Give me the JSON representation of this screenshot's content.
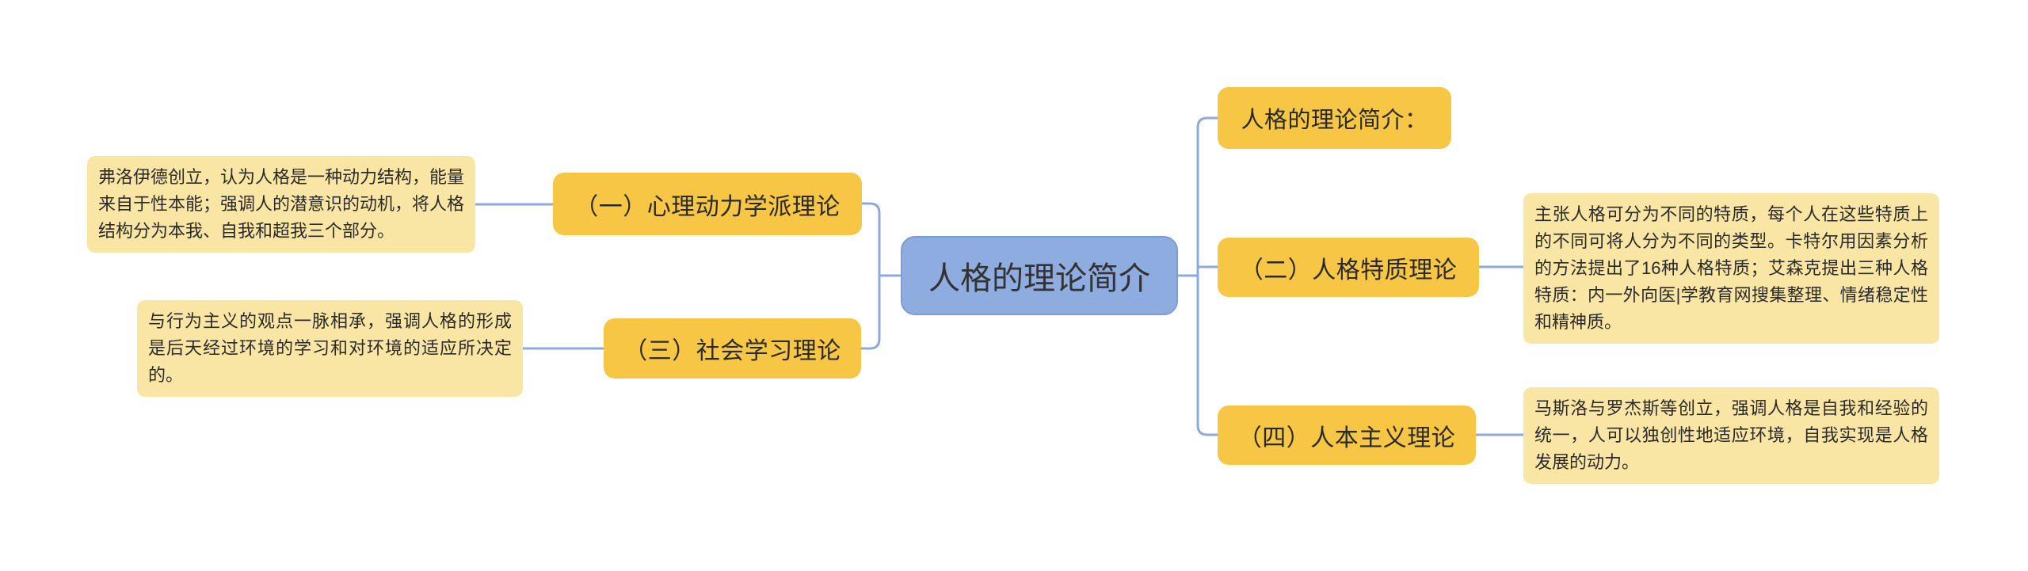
{
  "diagram": {
    "type": "mindmap",
    "root": {
      "label": "人格的理论简介"
    },
    "summary_node": {
      "label": "人格的理论简介："
    },
    "branches": {
      "one": {
        "label": "（一）心理动力学派理论",
        "note": "弗洛伊德创立，认为人格是一种动力结构，能量来自于性本能；强调人的潜意识的动机，将人格结构分为本我、自我和超我三个部分。"
      },
      "two": {
        "label": "（二）人格特质理论",
        "note": "主张人格可分为不同的特质，每个人在这些特质上的不同可将人分为不同的类型。卡特尔用因素分析的方法提出了16种人格特质；艾森克提出三种人格特质：内一外向医|学教育网搜集整理、情绪稳定性和精神质。"
      },
      "three": {
        "label": "（三）社会学习理论",
        "note": "与行为主义的观点一脉相承，强调人格的形成是后天经过环境的学习和对环境的适应所决定的。"
      },
      "four": {
        "label": "（四）人本主义理论",
        "note": "马斯洛与罗杰斯等创立，强调人格是自我和经验的统一，人可以独创性地适应环境，自我实现是人格发展的动力。"
      }
    },
    "colors": {
      "topic_fill": "#f6c644",
      "note_fill": "#fae6a4",
      "root_fill": "#8face0",
      "root_border": "#7c9cd6",
      "connector": "#8fa9dc",
      "text": "#2a2a2a",
      "background": "#ffffff"
    }
  }
}
